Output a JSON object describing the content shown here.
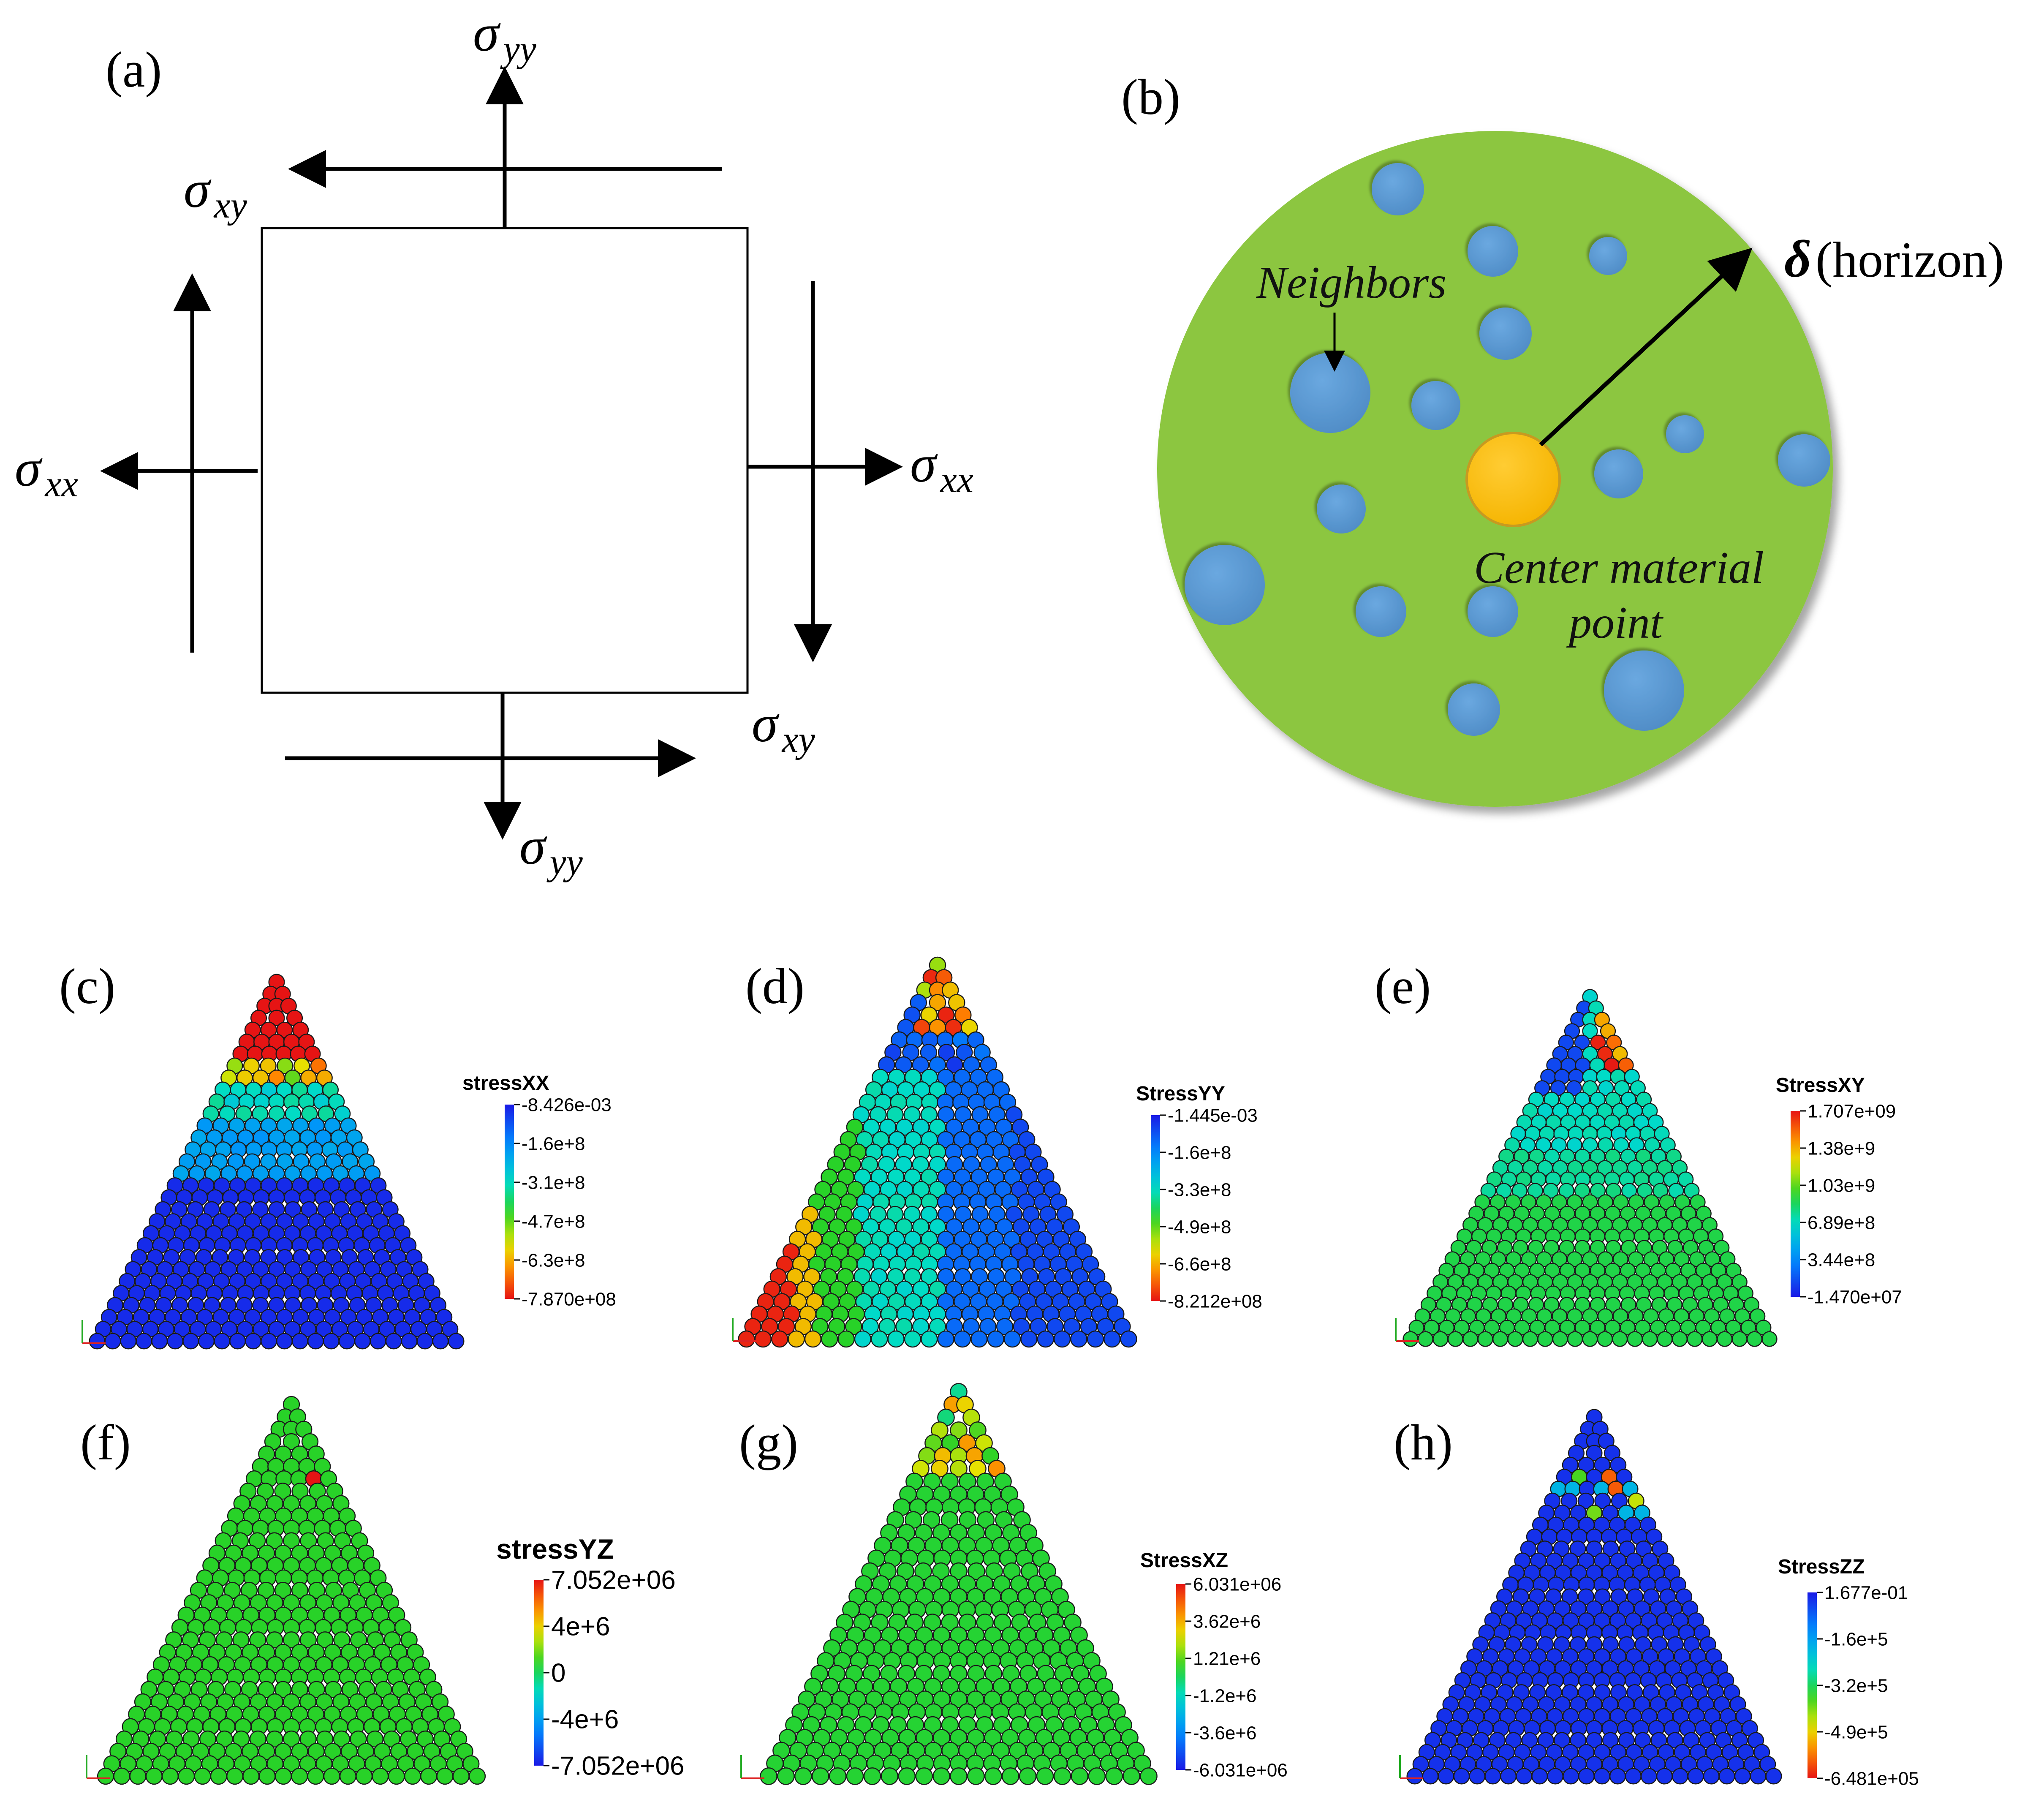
{
  "panel_a": {
    "label": "(a)",
    "sigma_xx_left": {
      "main": "σ",
      "sub": "xx"
    },
    "sigma_xx_right": {
      "main": "σ",
      "sub": "xx"
    },
    "sigma_yy_top": {
      "main": "σ",
      "sub": "yy"
    },
    "sigma_yy_bottom": {
      "main": "σ",
      "sub": "yy"
    },
    "sigma_xy_top": {
      "main": "σ",
      "sub": "xy"
    },
    "sigma_xy_bottom": {
      "main": "σ",
      "sub": "xy"
    }
  },
  "panel_b": {
    "label": "(b)",
    "neighbors_label": "Neighbors",
    "center_label_line1": "Center material",
    "center_label_line2": "point",
    "delta_symbol": "δ",
    "horizon_label": "(horizon)",
    "colors": {
      "disk": "#8cc63f",
      "neighbor": "#5b9bd5",
      "center": "#ffc000"
    }
  },
  "panels": [
    {
      "label": "(c)",
      "field": "stressXX",
      "ticks": [
        "-8.426e-03",
        "-1.6e+8",
        "-3.1e+8",
        "-4.7e+8",
        "-6.3e+8",
        "-7.870e+08"
      ],
      "direction": "top-blue",
      "scheme": "xx"
    },
    {
      "label": "(d)",
      "field": "StressYY",
      "ticks": [
        "-1.445e-03",
        "-1.6e+8",
        "-3.3e+8",
        "-4.9e+8",
        "-6.6e+8",
        "-8.212e+08"
      ],
      "direction": "top-blue",
      "scheme": "yy"
    },
    {
      "label": "(e)",
      "field": "StressXY",
      "ticks": [
        "1.707e+09",
        "1.38e+9",
        "1.03e+9",
        "6.89e+8",
        "3.44e+8",
        "-1.470e+07"
      ],
      "direction": "top-red",
      "scheme": "xy"
    },
    {
      "label": "(f)",
      "field": "stressYZ",
      "ticks": [
        "7.052e+06",
        "4e+6",
        "0",
        "-4e+6",
        "-7.052e+06"
      ],
      "direction": "top-red",
      "scheme": "yz"
    },
    {
      "label": "(g)",
      "field": "StressXZ",
      "ticks": [
        "6.031e+06",
        "3.62e+6",
        "1.21e+6",
        "-1.2e+6",
        "-3.6e+6",
        "-6.031e+06"
      ],
      "direction": "top-red",
      "scheme": "xz"
    },
    {
      "label": "(h)",
      "field": "StressZZ",
      "ticks": [
        "1.677e-01",
        "-1.6e+5",
        "-3.2e+5",
        "-4.9e+5",
        "-6.481e+05"
      ],
      "direction": "top-blue",
      "scheme": "zz"
    }
  ]
}
